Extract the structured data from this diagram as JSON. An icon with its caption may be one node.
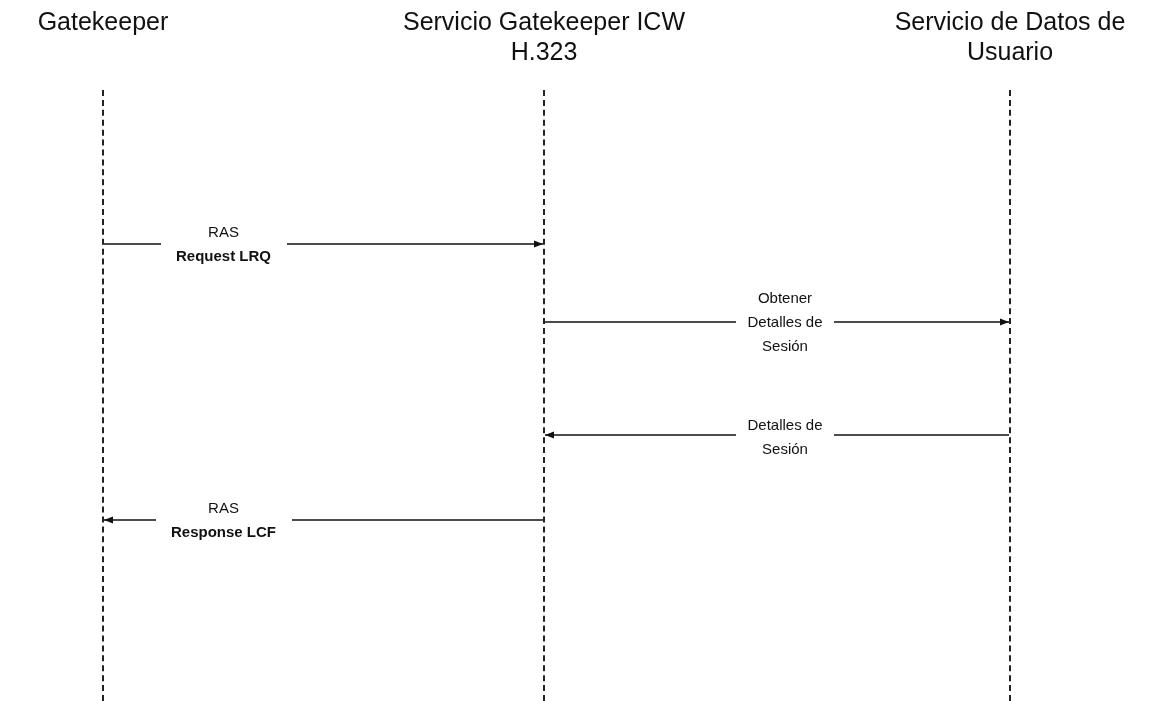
{
  "diagram": {
    "nodes": [
      {
        "text": [
          "Gatekeeper"
        ]
      },
      {
        "text": [
          "Servicio Gatekeeper ICW H.323"
        ]
      },
      {
        "text": [
          "Servicio de Datos de Usuario"
        ]
      }
    ],
    "edges": [
      {
        "from": 0,
        "to": 1,
        "arrow": "to",
        "label": "RAS **Request LRQ**"
      },
      {
        "from": 1,
        "to": 2,
        "arrow": "to",
        "label": "Obtener Detalles de Sesión"
      },
      {
        "from": 2,
        "to": 1,
        "arrow": "to",
        "label": "Detalles de Sesión"
      },
      {
        "from": 1,
        "to": 0,
        "arrow": "to",
        "label": "RAS **Response LCF**"
      }
    ]
  }
}
